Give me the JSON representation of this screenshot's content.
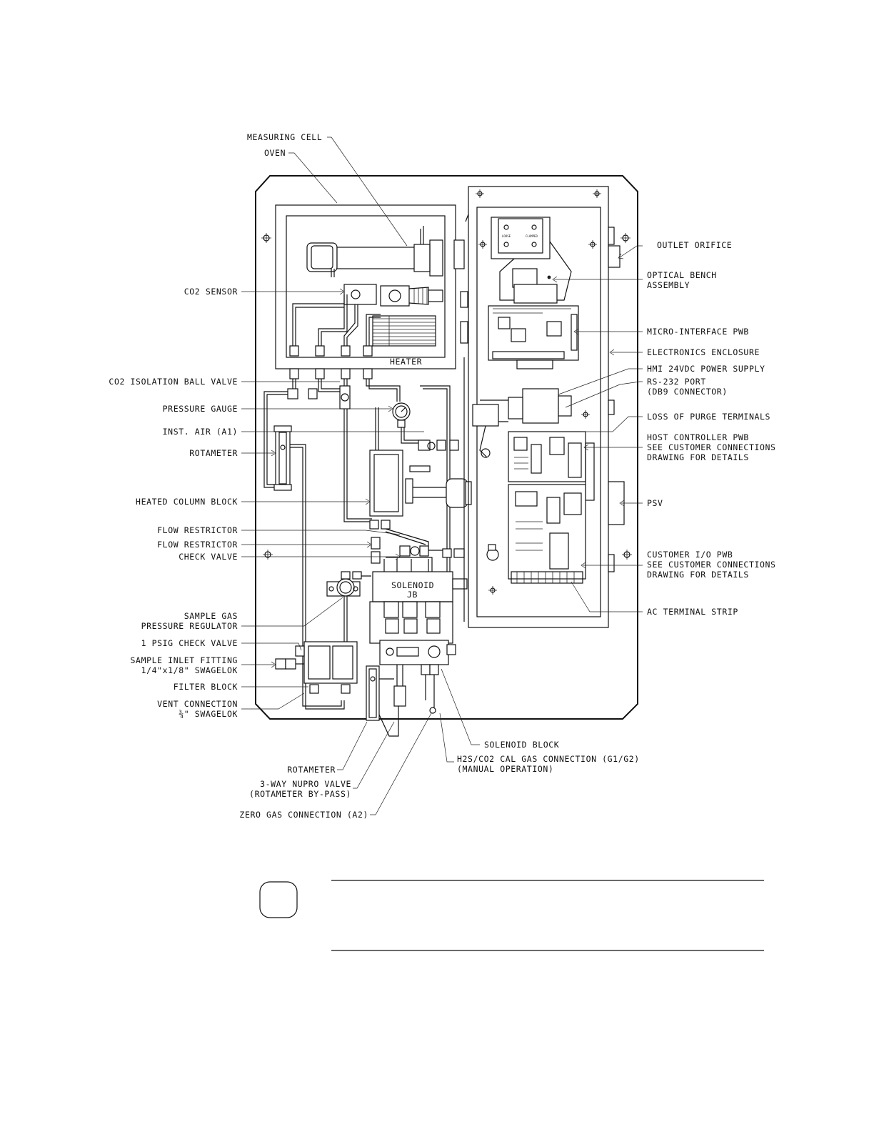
{
  "labels": {
    "measuring_cell": "MEASURING CELL",
    "oven": "OVEN",
    "co2_sensor": "CO2 SENSOR",
    "heater": "HEATER",
    "co2_isolation_ball_valve": "CO2 ISOLATION BALL VALVE",
    "pressure_gauge": "PRESSURE GAUGE",
    "inst_air": "INST. AIR (A1)",
    "rotameter_left": "ROTAMETER",
    "heated_column_block": "HEATED COLUMN BLOCK",
    "flow_restrictor_1": "FLOW RESTRICTOR",
    "flow_restrictor_2": "FLOW RESTRICTOR",
    "check_valve": "CHECK VALVE",
    "sample_gas_regulator_l1": "SAMPLE GAS",
    "sample_gas_regulator_l2": "PRESSURE REGULATOR",
    "psig_check_valve": "1 PSIG CHECK VALVE",
    "sample_inlet_l1": "SAMPLE INLET FITTING",
    "sample_inlet_l2": "1/4\"x1/8\" SWAGELOK",
    "filter_block": "FILTER BLOCK",
    "vent_connection_l1": "VENT CONNECTION",
    "vent_connection_l2": "¾\" SWAGELOK",
    "rotameter_bottom": "ROTAMETER",
    "nupro_valve_l1": "3-WAY NUPRO VALVE",
    "nupro_valve_l2": "(ROTAMETER BY-PASS)",
    "zero_gas": "ZERO GAS CONNECTION (A2)",
    "solenoid_block": "SOLENOID BLOCK",
    "cal_gas_l1": "H2S/CO2 CAL GAS CONNECTION (G1/G2)",
    "cal_gas_l2": "(MANUAL OPERATION)",
    "solenoid_jb_l1": "SOLENOID",
    "solenoid_jb_l2": "JB",
    "outlet_orifice": "OUTLET ORIFICE",
    "optical_bench_l1": "OPTICAL BENCH",
    "optical_bench_l2": "ASSEMBLY",
    "micro_interface": "MICRO-INTERFACE PWB",
    "electronics_enclosure": "ELECTRONICS ENCLOSURE",
    "hmi_power": "HMI 24VDC POWER SUPPLY",
    "rs232_l1": "RS-232 PORT",
    "rs232_l2": "(DB9 CONNECTOR)",
    "loss_of_purge": "LOSS OF PURGE TERMINALS",
    "host_controller_l1": "HOST CONTROLLER PWB",
    "host_controller_l2": "SEE CUSTOMER CONNECTIONS",
    "host_controller_l3": "DRAWING FOR DETAILS",
    "psv": "PSV",
    "customer_io_l1": "CUSTOMER I/O PWB",
    "customer_io_l2": "SEE CUSTOMER CONNECTIONS",
    "customer_io_l3": "DRAWING FOR DETAILS",
    "ac_terminal_strip": "AC TERMINAL STRIP",
    "loose": "LOOSE",
    "clamped": "CLAMPED"
  }
}
